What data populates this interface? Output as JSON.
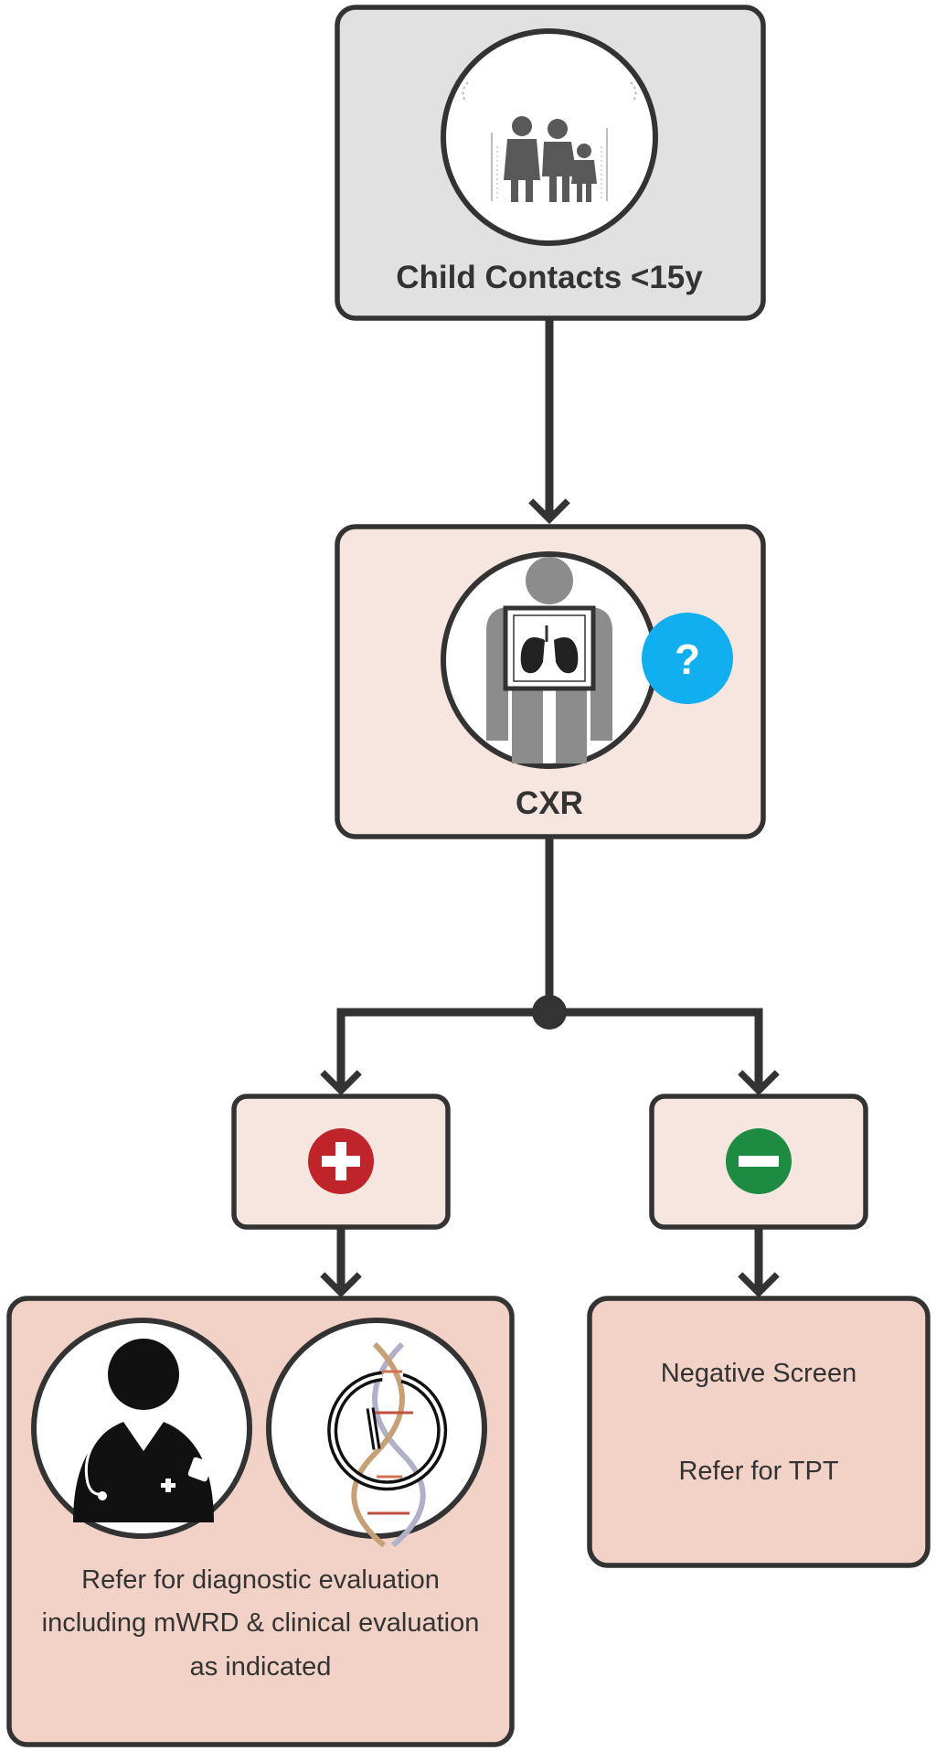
{
  "nodes": {
    "contacts": {
      "label": "Child Contacts <15y",
      "icon": "family-icon"
    },
    "cxr": {
      "label": "CXR",
      "icon": "chest-xray-icon",
      "badge_icon": "question-mark-icon",
      "badge_text": "?"
    },
    "positive": {
      "icon": "plus-icon",
      "color": "#c0242b"
    },
    "negative": {
      "icon": "minus-icon",
      "color": "#1e8b43"
    },
    "refer_eval": {
      "icons": [
        "doctor-icon",
        "molecular-test-icon"
      ],
      "lines": [
        "Refer for diagnostic evaluation",
        "including mWRD & clinical evaluation",
        "as indicated"
      ]
    },
    "negative_screen": {
      "lines": [
        "Negative Screen",
        "Refer for TPT"
      ]
    }
  },
  "colors": {
    "gray_box": "#e1e1e1",
    "light_box": "#f7e6df",
    "result_box": "#f2d1c6",
    "stroke": "#333333",
    "question_badge": "#12aff0"
  }
}
